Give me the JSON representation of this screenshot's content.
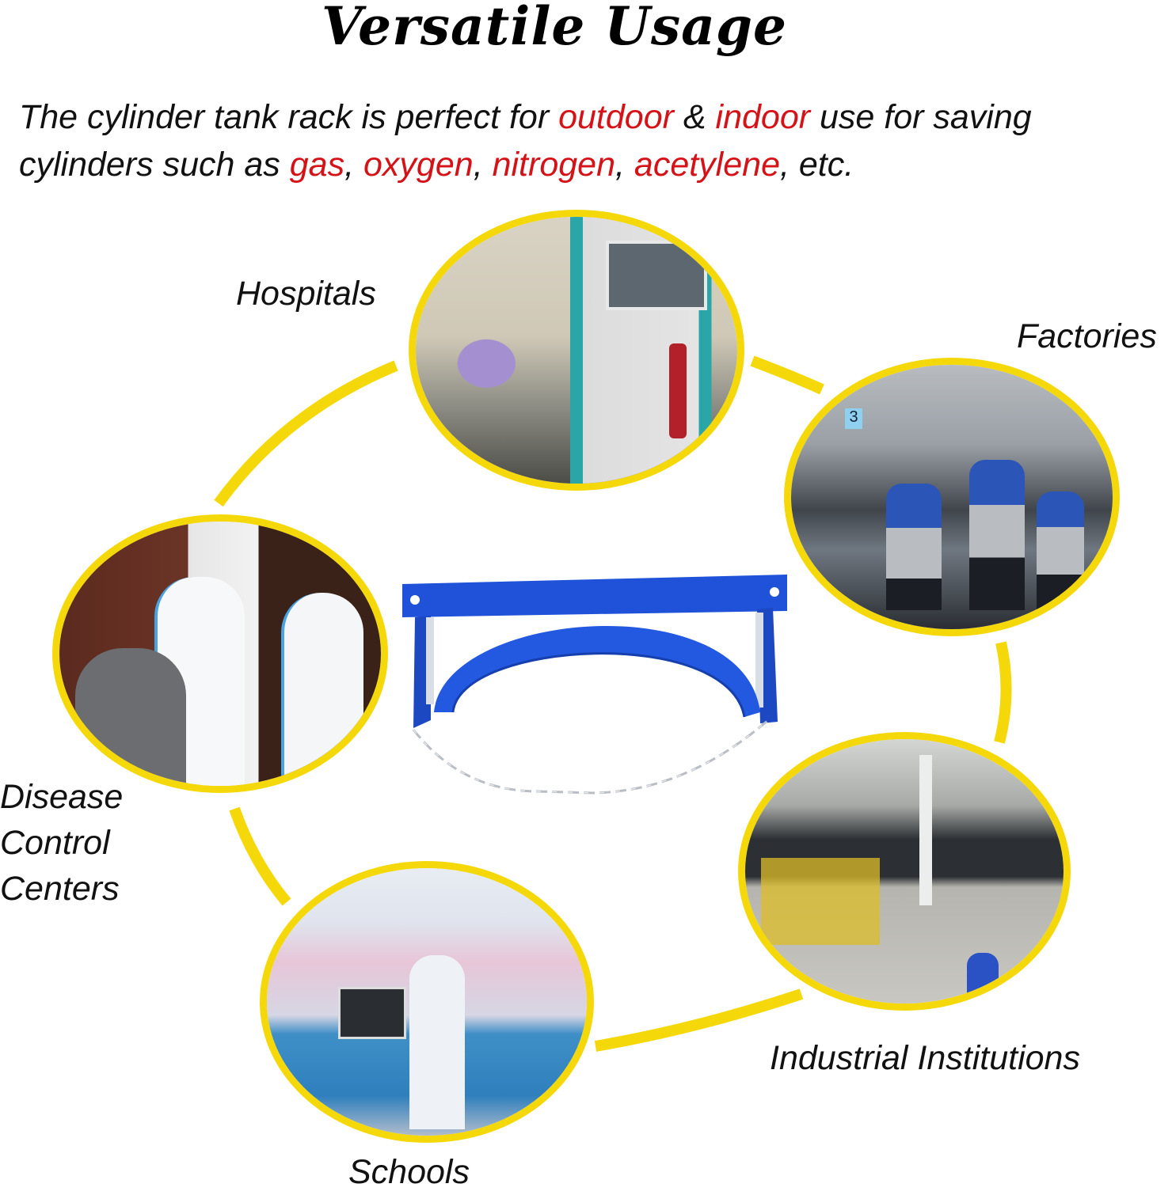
{
  "header": {
    "title": "Versatile Usage"
  },
  "description": {
    "segments": [
      {
        "text": "The cylinder tank rack is perfect for ",
        "highlight": false
      },
      {
        "text": "outdoor",
        "highlight": true
      },
      {
        "text": " & ",
        "highlight": false
      },
      {
        "text": "indoor",
        "highlight": true
      },
      {
        "text": " use for saving",
        "highlight": false
      },
      {
        "text": "cylinders such as ",
        "highlight": false
      },
      {
        "text": "gas",
        "highlight": true
      },
      {
        "text": ", ",
        "highlight": false
      },
      {
        "text": "oxygen",
        "highlight": true
      },
      {
        "text": ", ",
        "highlight": false
      },
      {
        "text": "nitrogen",
        "highlight": true
      },
      {
        "text": ", ",
        "highlight": false
      },
      {
        "text": "acetylene",
        "highlight": true
      },
      {
        "text": ", etc.",
        "highlight": false
      }
    ]
  },
  "usages": [
    {
      "id": "hospitals",
      "label": "Hospitals",
      "image": "hospital-icu-dialysis-photo"
    },
    {
      "id": "factories",
      "label": "Factories",
      "image": "factory-assembly-line-photo"
    },
    {
      "id": "disease-control",
      "label_lines": [
        "Disease",
        "Control",
        "Centers"
      ],
      "image": "protective-suit-workers-photo"
    },
    {
      "id": "industrial",
      "label": "Industrial Institutions",
      "image": "industrial-warehouse-photo"
    },
    {
      "id": "schools",
      "label": "Schools",
      "image": "laboratory-photo"
    }
  ],
  "product": {
    "name": "cylinder-tank-rack-bracket",
    "color": "#1a4fd6",
    "chain_color": "#c8c8c8"
  },
  "colors": {
    "accent_yellow": "#f5d80a",
    "highlight_red": "#d41217",
    "text": "#111111"
  }
}
